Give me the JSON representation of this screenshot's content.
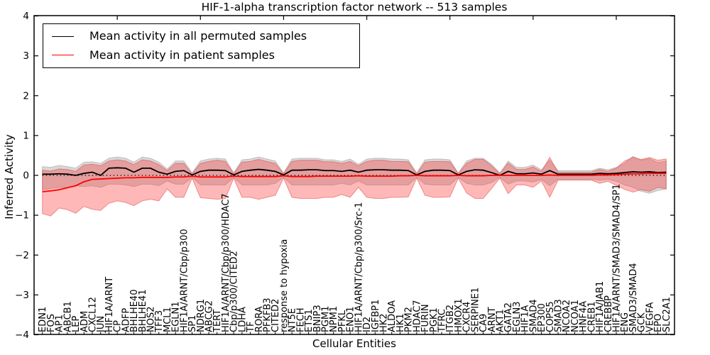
{
  "figure": {
    "title": "HIF-1-alpha transcription factor network -- 513 samples",
    "xlabel": "Cellular Entities",
    "ylabel": "Inferred Activity"
  },
  "legend": {
    "entries": [
      {
        "label": "Mean activity in all permuted samples",
        "color": "#000000"
      },
      {
        "label": "Mean activity in patient samples",
        "color": "#ff0000"
      }
    ]
  },
  "chart_data": {
    "type": "line",
    "title": "HIF-1-alpha transcription factor network -- 513 samples",
    "xlabel": "Cellular Entities",
    "ylabel": "Inferred Activity",
    "ylim": [
      -4,
      4
    ],
    "yticks": [
      -4,
      -3,
      -2,
      -1,
      0,
      1,
      2,
      3,
      4
    ],
    "top_xticks": [
      10,
      20,
      30,
      40,
      50,
      60,
      70
    ],
    "grid": false,
    "zero_line": true,
    "legend_position": "upper left",
    "categories": [
      "EDN1",
      "FOS",
      "AP1",
      "ABCB1",
      "LEP",
      "ADM",
      "CXCL12",
      "JUN",
      "HIF1A/ARNT",
      "CP",
      "ADFP",
      "BHLHE40",
      "BHLHE41",
      "NOS2",
      "TFF3",
      "MCL1",
      "EGLN1",
      "HIF1A/ARNT/Cbp/p300",
      "SP1",
      "NDRG1",
      "ABCG2",
      "TERT",
      "HIF1A/ARNT/Cbp/p300/HDAC7",
      "Cbp/p300/CITED2",
      "LDHA",
      "TF",
      "RORA",
      "PFKFB3",
      "CITED2",
      "response to hypoxia",
      "NT5E",
      "FECH",
      "ETS1",
      "BNIP3",
      "PGM1",
      "NPM1",
      "PFKL",
      "ENO1",
      "HIF1A/ARNT/Cbp/p300/Src-1",
      "ID2",
      "IGFBP1",
      "HK2",
      "ALDOA",
      "HK1",
      "PKM2",
      "HDAC7",
      "FURIN",
      "PGK1",
      "TFRC",
      "ITGB2",
      "HMOX1",
      "CXCR4",
      "SERPINE1",
      "CA9",
      "ARNT",
      "AKT1",
      "GATA2",
      "EGLN3",
      "HIF1A",
      "SMAD4",
      "EP300",
      "COPS5",
      "SMAD3",
      "NCOA2",
      "NCOA1",
      "HNF4A",
      "CREB1",
      "HIF1A/JAB1",
      "CREBBP",
      "HIF1A/ARNT/SMAD3/SMAD4/SP1",
      "ENG",
      "SMAD3/SMAD4",
      "GCK",
      "VEGFA",
      "EPO",
      "SLC2A1"
    ],
    "series": [
      {
        "name": "Mean activity in all permuted samples",
        "color": "#000000",
        "values": [
          0.03,
          0.03,
          0.04,
          0.03,
          0.0,
          0.05,
          0.08,
          0.0,
          0.18,
          0.19,
          0.18,
          0.08,
          0.18,
          0.18,
          0.08,
          0.03,
          0.1,
          0.12,
          0.01,
          0.1,
          0.13,
          0.13,
          0.12,
          0.01,
          0.1,
          0.13,
          0.15,
          0.13,
          0.1,
          0.01,
          0.13,
          0.13,
          0.14,
          0.14,
          0.12,
          0.12,
          0.1,
          0.13,
          0.08,
          0.13,
          0.14,
          0.14,
          0.13,
          0.13,
          0.12,
          0.01,
          0.1,
          0.13,
          0.13,
          0.12,
          0.01,
          0.1,
          0.14,
          0.13,
          0.07,
          0.0,
          0.1,
          0.04,
          0.04,
          0.06,
          0.03,
          0.12,
          0.03,
          0.03,
          0.03,
          0.03,
          0.03,
          0.05,
          0.04,
          0.05,
          0.07,
          0.09,
          0.08,
          0.09,
          0.07,
          0.08
        ]
      },
      {
        "name": "Mean activity in patient samples",
        "color": "#ff0000",
        "values": [
          -0.41,
          -0.39,
          -0.36,
          -0.31,
          -0.26,
          -0.16,
          -0.1,
          -0.09,
          -0.08,
          -0.07,
          -0.06,
          -0.06,
          -0.05,
          -0.05,
          -0.05,
          -0.05,
          -0.04,
          -0.04,
          -0.02,
          -0.04,
          -0.04,
          -0.04,
          -0.04,
          -0.02,
          -0.03,
          -0.03,
          -0.03,
          -0.03,
          -0.03,
          -0.01,
          -0.03,
          -0.03,
          -0.03,
          -0.02,
          -0.02,
          -0.02,
          -0.02,
          -0.02,
          -0.01,
          -0.02,
          -0.02,
          -0.02,
          -0.02,
          -0.01,
          -0.01,
          0.0,
          -0.01,
          -0.01,
          -0.01,
          -0.01,
          0.0,
          -0.01,
          -0.01,
          -0.01,
          0.0,
          0.0,
          0.0,
          0.0,
          0.0,
          0.0,
          0.0,
          0.01,
          0.0,
          0.0,
          0.0,
          0.0,
          0.0,
          0.01,
          0.01,
          0.02,
          0.03,
          0.04,
          0.04,
          0.05,
          0.05,
          0.05
        ]
      }
    ],
    "bands": [
      {
        "name": "permuted-std-band",
        "color": "#808080",
        "opacity": 0.31,
        "edge_color": "#9a9a9a",
        "upper": [
          0.22,
          0.2,
          0.25,
          0.22,
          0.18,
          0.33,
          0.34,
          0.3,
          0.43,
          0.46,
          0.43,
          0.33,
          0.46,
          0.43,
          0.33,
          0.16,
          0.36,
          0.36,
          0.06,
          0.36,
          0.41,
          0.43,
          0.41,
          0.06,
          0.39,
          0.41,
          0.46,
          0.41,
          0.36,
          0.06,
          0.41,
          0.43,
          0.43,
          0.43,
          0.39,
          0.39,
          0.35,
          0.41,
          0.28,
          0.41,
          0.43,
          0.43,
          0.41,
          0.41,
          0.39,
          0.06,
          0.39,
          0.41,
          0.41,
          0.39,
          0.06,
          0.36,
          0.43,
          0.43,
          0.28,
          0.06,
          0.36,
          0.2,
          0.2,
          0.26,
          0.14,
          0.38,
          0.12,
          0.12,
          0.12,
          0.12,
          0.12,
          0.18,
          0.14,
          0.2,
          0.3,
          0.48,
          0.38,
          0.42,
          0.32,
          0.36
        ],
        "lower": [
          -0.36,
          -0.33,
          -0.3,
          -0.31,
          -0.26,
          -0.28,
          -0.26,
          -0.3,
          -0.22,
          -0.22,
          -0.24,
          -0.28,
          -0.22,
          -0.22,
          -0.26,
          -0.14,
          -0.22,
          -0.22,
          -0.05,
          -0.24,
          -0.24,
          -0.24,
          -0.24,
          -0.05,
          -0.24,
          -0.24,
          -0.24,
          -0.24,
          -0.2,
          -0.05,
          -0.24,
          -0.24,
          -0.24,
          -0.24,
          -0.24,
          -0.24,
          -0.2,
          -0.24,
          -0.14,
          -0.24,
          -0.24,
          -0.24,
          -0.24,
          -0.24,
          -0.24,
          -0.05,
          -0.22,
          -0.24,
          -0.24,
          -0.24,
          -0.05,
          -0.2,
          -0.24,
          -0.24,
          -0.18,
          -0.05,
          -0.22,
          -0.14,
          -0.14,
          -0.17,
          -0.1,
          -0.26,
          -0.1,
          -0.1,
          -0.1,
          -0.1,
          -0.1,
          -0.12,
          -0.1,
          -0.15,
          -0.24,
          -0.3,
          -0.4,
          -0.45,
          -0.38,
          -0.34
        ]
      },
      {
        "name": "patient-std-band",
        "color": "#ff3333",
        "opacity": 0.35,
        "edge_color": "#e04545",
        "upper": [
          0.13,
          0.11,
          0.16,
          0.15,
          0.1,
          0.26,
          0.28,
          0.24,
          0.36,
          0.39,
          0.36,
          0.27,
          0.39,
          0.36,
          0.27,
          0.12,
          0.3,
          0.3,
          0.04,
          0.3,
          0.35,
          0.38,
          0.35,
          0.04,
          0.33,
          0.35,
          0.4,
          0.35,
          0.3,
          0.04,
          0.35,
          0.38,
          0.38,
          0.38,
          0.34,
          0.34,
          0.3,
          0.35,
          0.24,
          0.35,
          0.38,
          0.38,
          0.35,
          0.35,
          0.34,
          0.04,
          0.33,
          0.35,
          0.35,
          0.34,
          0.04,
          0.3,
          0.4,
          0.4,
          0.24,
          0.04,
          0.31,
          0.15,
          0.15,
          0.21,
          0.1,
          0.45,
          0.08,
          0.08,
          0.08,
          0.08,
          0.08,
          0.15,
          0.1,
          0.18,
          0.36,
          0.45,
          0.4,
          0.45,
          0.38,
          0.41
        ],
        "lower": [
          -0.96,
          -1.02,
          -0.82,
          -0.86,
          -0.95,
          -0.78,
          -0.85,
          -0.88,
          -0.7,
          -0.64,
          -0.68,
          -0.76,
          -0.64,
          -0.6,
          -0.64,
          -0.34,
          -0.55,
          -0.55,
          -0.07,
          -0.56,
          -0.58,
          -0.6,
          -0.58,
          -0.07,
          -0.55,
          -0.55,
          -0.6,
          -0.55,
          -0.5,
          -0.07,
          -0.55,
          -0.58,
          -0.58,
          -0.58,
          -0.55,
          -0.55,
          -0.48,
          -0.55,
          -0.3,
          -0.55,
          -0.58,
          -0.58,
          -0.55,
          -0.55,
          -0.54,
          -0.07,
          -0.5,
          -0.55,
          -0.55,
          -0.54,
          -0.07,
          -0.44,
          -0.58,
          -0.58,
          -0.33,
          -0.07,
          -0.46,
          -0.24,
          -0.24,
          -0.3,
          -0.14,
          -0.55,
          -0.12,
          -0.12,
          -0.12,
          -0.12,
          -0.12,
          -0.2,
          -0.15,
          -0.25,
          -0.35,
          -0.42,
          -0.36,
          -0.4,
          -0.3,
          -0.34
        ]
      }
    ]
  }
}
